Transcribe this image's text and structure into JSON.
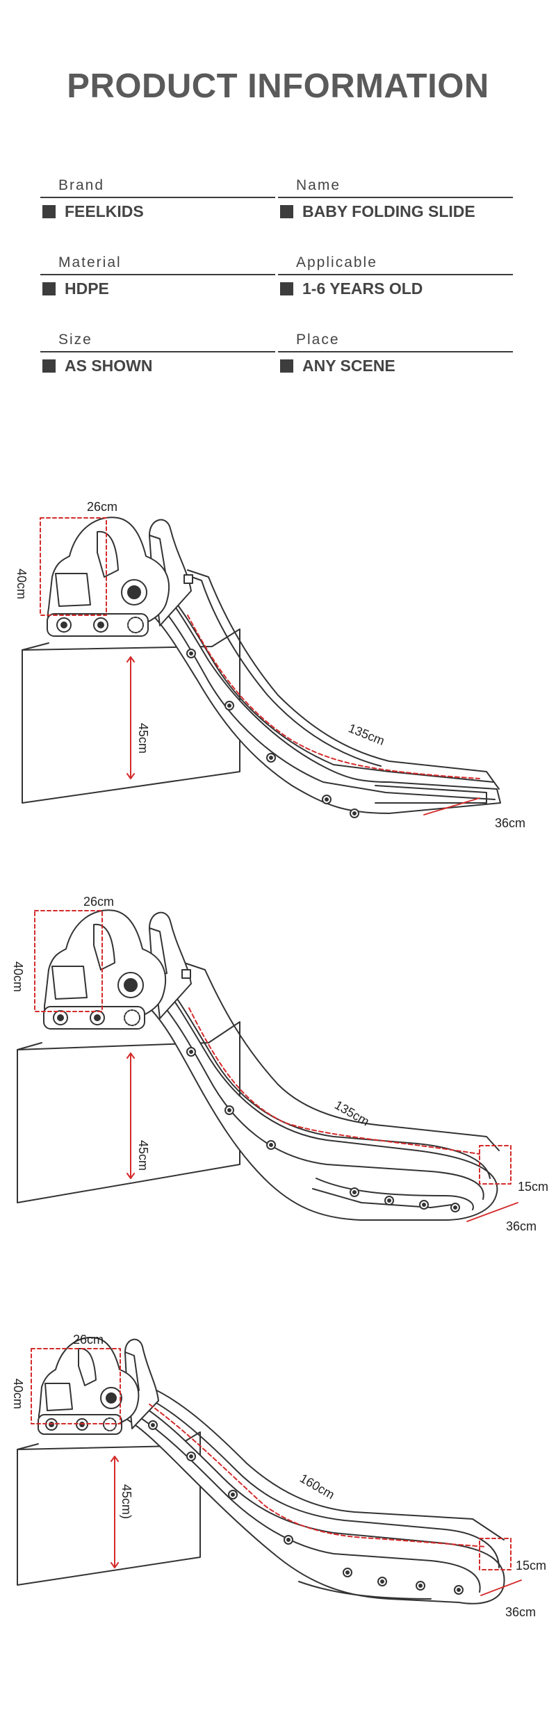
{
  "page": {
    "title": "PRODUCT INFORMATION"
  },
  "specs": [
    {
      "label": "Brand",
      "value": "FEELKIDS"
    },
    {
      "label": "Name",
      "value": "BABY FOLDING SLIDE"
    },
    {
      "label": "Material",
      "value": "HDPE"
    },
    {
      "label": "Applicable",
      "value": "1-6 YEARS OLD"
    },
    {
      "label": "Size",
      "value": "AS SHOWN"
    },
    {
      "label": "Place",
      "value": "ANY SCENE"
    }
  ],
  "colors": {
    "title": "#5a5a5a",
    "line": "#333333",
    "dimension": "#d42a2a"
  },
  "figures": [
    {
      "width": "26cm",
      "height": "40cm",
      "step": "45cm",
      "length": "135cm",
      "slide_width": "36cm"
    },
    {
      "width": "26cm",
      "height": "40cm",
      "step": "45cm",
      "length": "135cm",
      "slide_width": "36cm",
      "lip": "15cm"
    },
    {
      "width": "26cm",
      "height": "40cm",
      "step": "45cm)",
      "length": "160cm",
      "slide_width": "36cm",
      "lip": "15cm"
    }
  ]
}
